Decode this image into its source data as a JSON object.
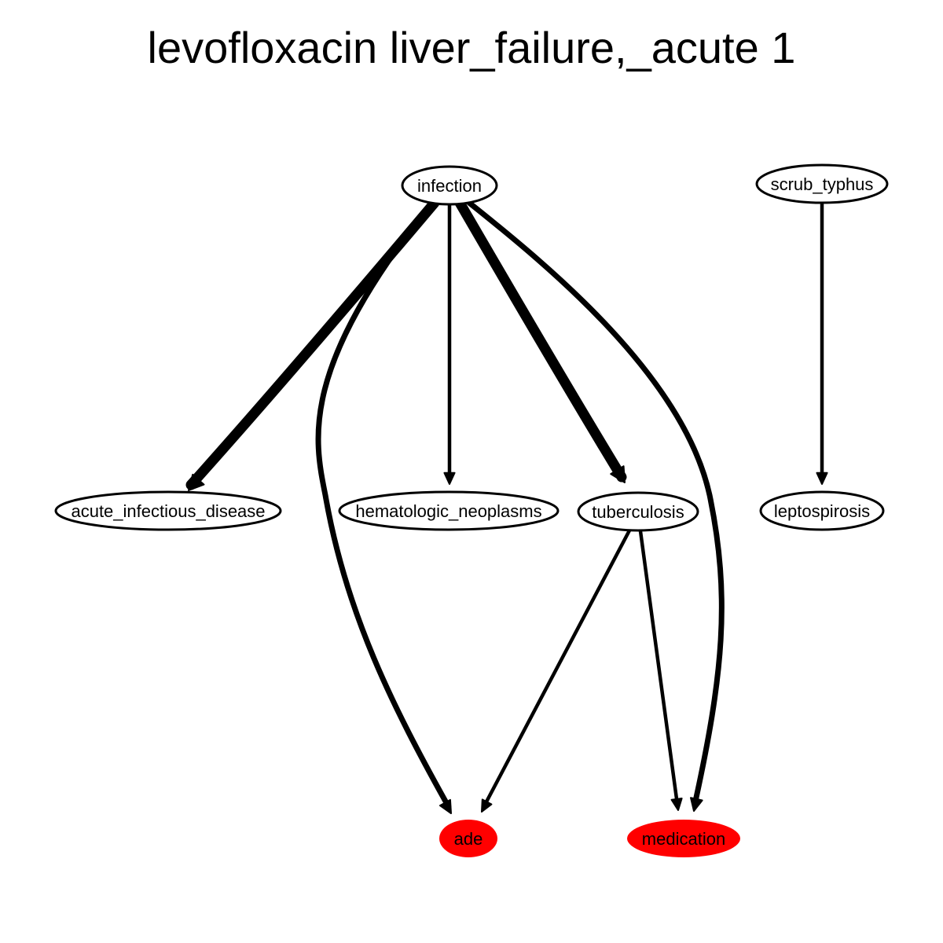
{
  "title": "levofloxacin liver_failure,_acute 1",
  "nodes": [
    {
      "id": "infection",
      "label": "infection",
      "highlight": false
    },
    {
      "id": "scrub_typhus",
      "label": "scrub_typhus",
      "highlight": false
    },
    {
      "id": "acute_infectious_disease",
      "label": "acute_infectious_disease",
      "highlight": false
    },
    {
      "id": "hematologic_neoplasms",
      "label": "hematologic_neoplasms",
      "highlight": false
    },
    {
      "id": "tuberculosis",
      "label": "tuberculosis",
      "highlight": false
    },
    {
      "id": "leptospirosis",
      "label": "leptospirosis",
      "highlight": false
    },
    {
      "id": "ade",
      "label": "ade",
      "highlight": true
    },
    {
      "id": "medication",
      "label": "medication",
      "highlight": true
    }
  ],
  "edges": [
    {
      "from": "infection",
      "to": "acute_infectious_disease",
      "weight": "heavy"
    },
    {
      "from": "infection",
      "to": "ade",
      "weight": "medium"
    },
    {
      "from": "infection",
      "to": "hematologic_neoplasms",
      "weight": "light"
    },
    {
      "from": "infection",
      "to": "tuberculosis",
      "weight": "heavy"
    },
    {
      "from": "infection",
      "to": "medication",
      "weight": "medium"
    },
    {
      "from": "scrub_typhus",
      "to": "leptospirosis",
      "weight": "light"
    },
    {
      "from": "tuberculosis",
      "to": "ade",
      "weight": "light"
    },
    {
      "from": "tuberculosis",
      "to": "medication",
      "weight": "light"
    }
  ],
  "colors": {
    "highlight_fill": "#ff0000",
    "node_fill": "#ffffff",
    "stroke": "#000000"
  }
}
